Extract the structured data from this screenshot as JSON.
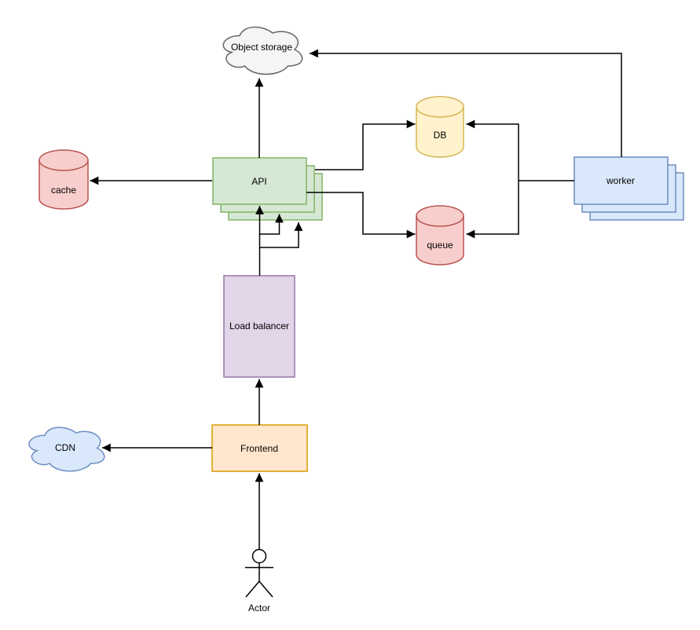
{
  "diagram": {
    "background": "#ffffff",
    "edge_color": "#000000",
    "nodes": {
      "object_storage": {
        "label": "Object storage",
        "shape": "cloud",
        "fill": "#f5f5f5",
        "stroke": "#666666"
      },
      "cache": {
        "label": "cache",
        "shape": "cylinder",
        "fill": "#f8cecc",
        "stroke": "#b85450"
      },
      "api": {
        "label": "API",
        "shape": "stack",
        "copies": 3,
        "fill": "#d5e8d4",
        "stroke": "#82b366"
      },
      "db": {
        "label": "DB",
        "shape": "cylinder",
        "fill": "#fff2cc",
        "stroke": "#d6b656"
      },
      "queue": {
        "label": "queue",
        "shape": "cylinder",
        "fill": "#f8cecc",
        "stroke": "#b85450"
      },
      "worker": {
        "label": "worker",
        "shape": "stack",
        "copies": 3,
        "fill": "#dae8fc",
        "stroke": "#6c8ebf"
      },
      "load_balancer": {
        "label": "Load balancer",
        "shape": "rect",
        "fill": "#e1d5e7",
        "stroke": "#9673a6"
      },
      "frontend": {
        "label": "Frontend",
        "shape": "rect",
        "fill": "#ffe6cc",
        "stroke": "#d79b00"
      },
      "cdn": {
        "label": "CDN",
        "shape": "cloud",
        "fill": "#dae8fc",
        "stroke": "#6c8ebf"
      },
      "actor": {
        "label": "Actor",
        "shape": "actor",
        "fill": "none",
        "stroke": "#000000"
      }
    },
    "edges": [
      {
        "from": "actor",
        "to": "frontend"
      },
      {
        "from": "frontend",
        "to": "cdn"
      },
      {
        "from": "frontend",
        "to": "load_balancer"
      },
      {
        "from": "load_balancer",
        "to": "api",
        "note": "one arrow per stacked API instance (3 arrows)"
      },
      {
        "from": "api",
        "to": "cache"
      },
      {
        "from": "api",
        "to": "object_storage"
      },
      {
        "from": "api",
        "to": "db"
      },
      {
        "from": "api",
        "to": "queue"
      },
      {
        "from": "worker",
        "to": "db"
      },
      {
        "from": "worker",
        "to": "queue"
      },
      {
        "from": "worker",
        "to": "object_storage"
      }
    ]
  }
}
